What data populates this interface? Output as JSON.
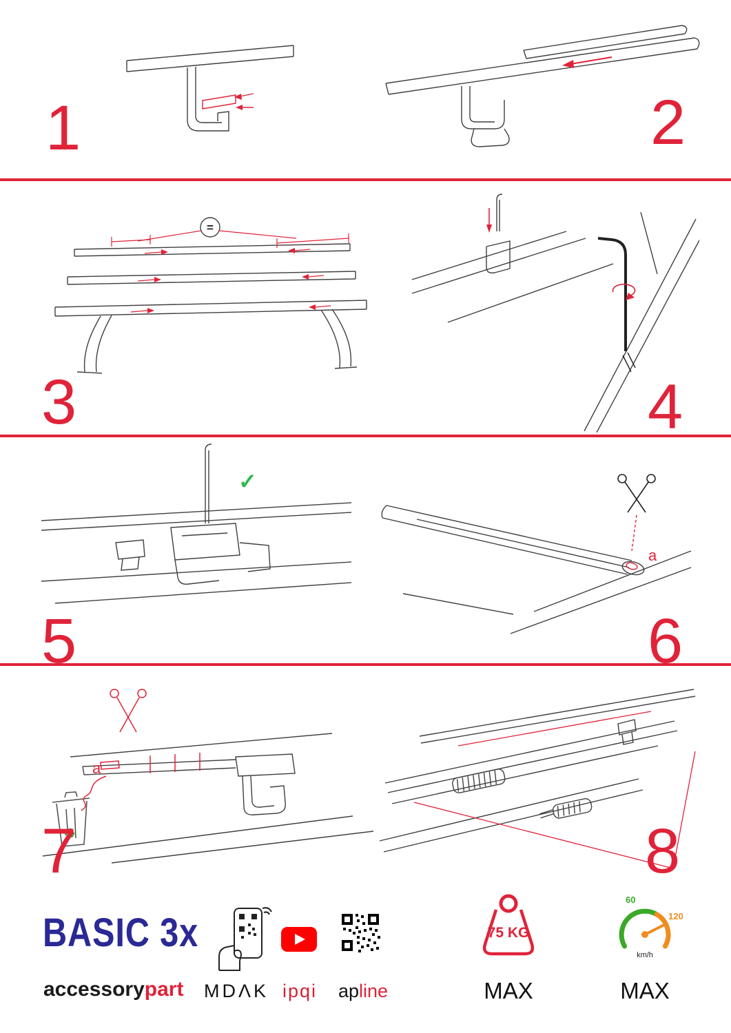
{
  "page": {
    "background": "#ffffff",
    "colors": {
      "accent_red": "#e02339",
      "logo_blue": "#2a2996",
      "youtube_red": "#ff0000",
      "check_green": "#2fb84f",
      "gauge_green": "#3aa829",
      "gauge_orange": "#f08c1e"
    }
  },
  "steps": [
    {
      "number": "1"
    },
    {
      "number": "2"
    },
    {
      "number": "3"
    },
    {
      "number": "4"
    },
    {
      "number": "5"
    },
    {
      "number": "6"
    },
    {
      "number": "7"
    },
    {
      "number": "8"
    }
  ],
  "annotations": {
    "equal": "=",
    "check": "✓",
    "label_a": "a",
    "recycle": "♻"
  },
  "footer": {
    "product_name": "BASIC 3x",
    "brand_part1": "accessory",
    "brand_part2": "part",
    "logo_mdak": "MDΛK",
    "logo_ipqi": "ipqi",
    "logo_ap": "ap",
    "logo_line": "line",
    "weight_value": "75 KG",
    "weight_max_label": "MAX",
    "speed_60": "60",
    "speed_120": "120",
    "speed_unit": "km/h",
    "speed_max_label": "MAX"
  }
}
